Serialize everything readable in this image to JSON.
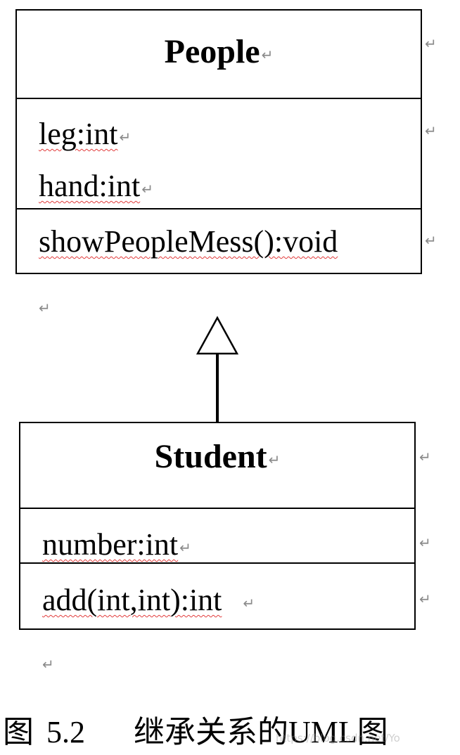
{
  "diagram": {
    "paragraph_mark": "↵",
    "parent_class": {
      "name": "People",
      "attributes": [
        "leg:int",
        "hand:int"
      ],
      "methods": [
        "showPeopleMess():void"
      ]
    },
    "child_class": {
      "name": "Student",
      "attributes": [
        "number:int"
      ],
      "methods": [
        "add(int,int):int"
      ]
    },
    "relationship": "inheritance"
  },
  "caption": {
    "prefix": "图",
    "number": "5.2",
    "title": "继承关系的UML图"
  },
  "watermark": "https://blog.csdn.net/Yo"
}
